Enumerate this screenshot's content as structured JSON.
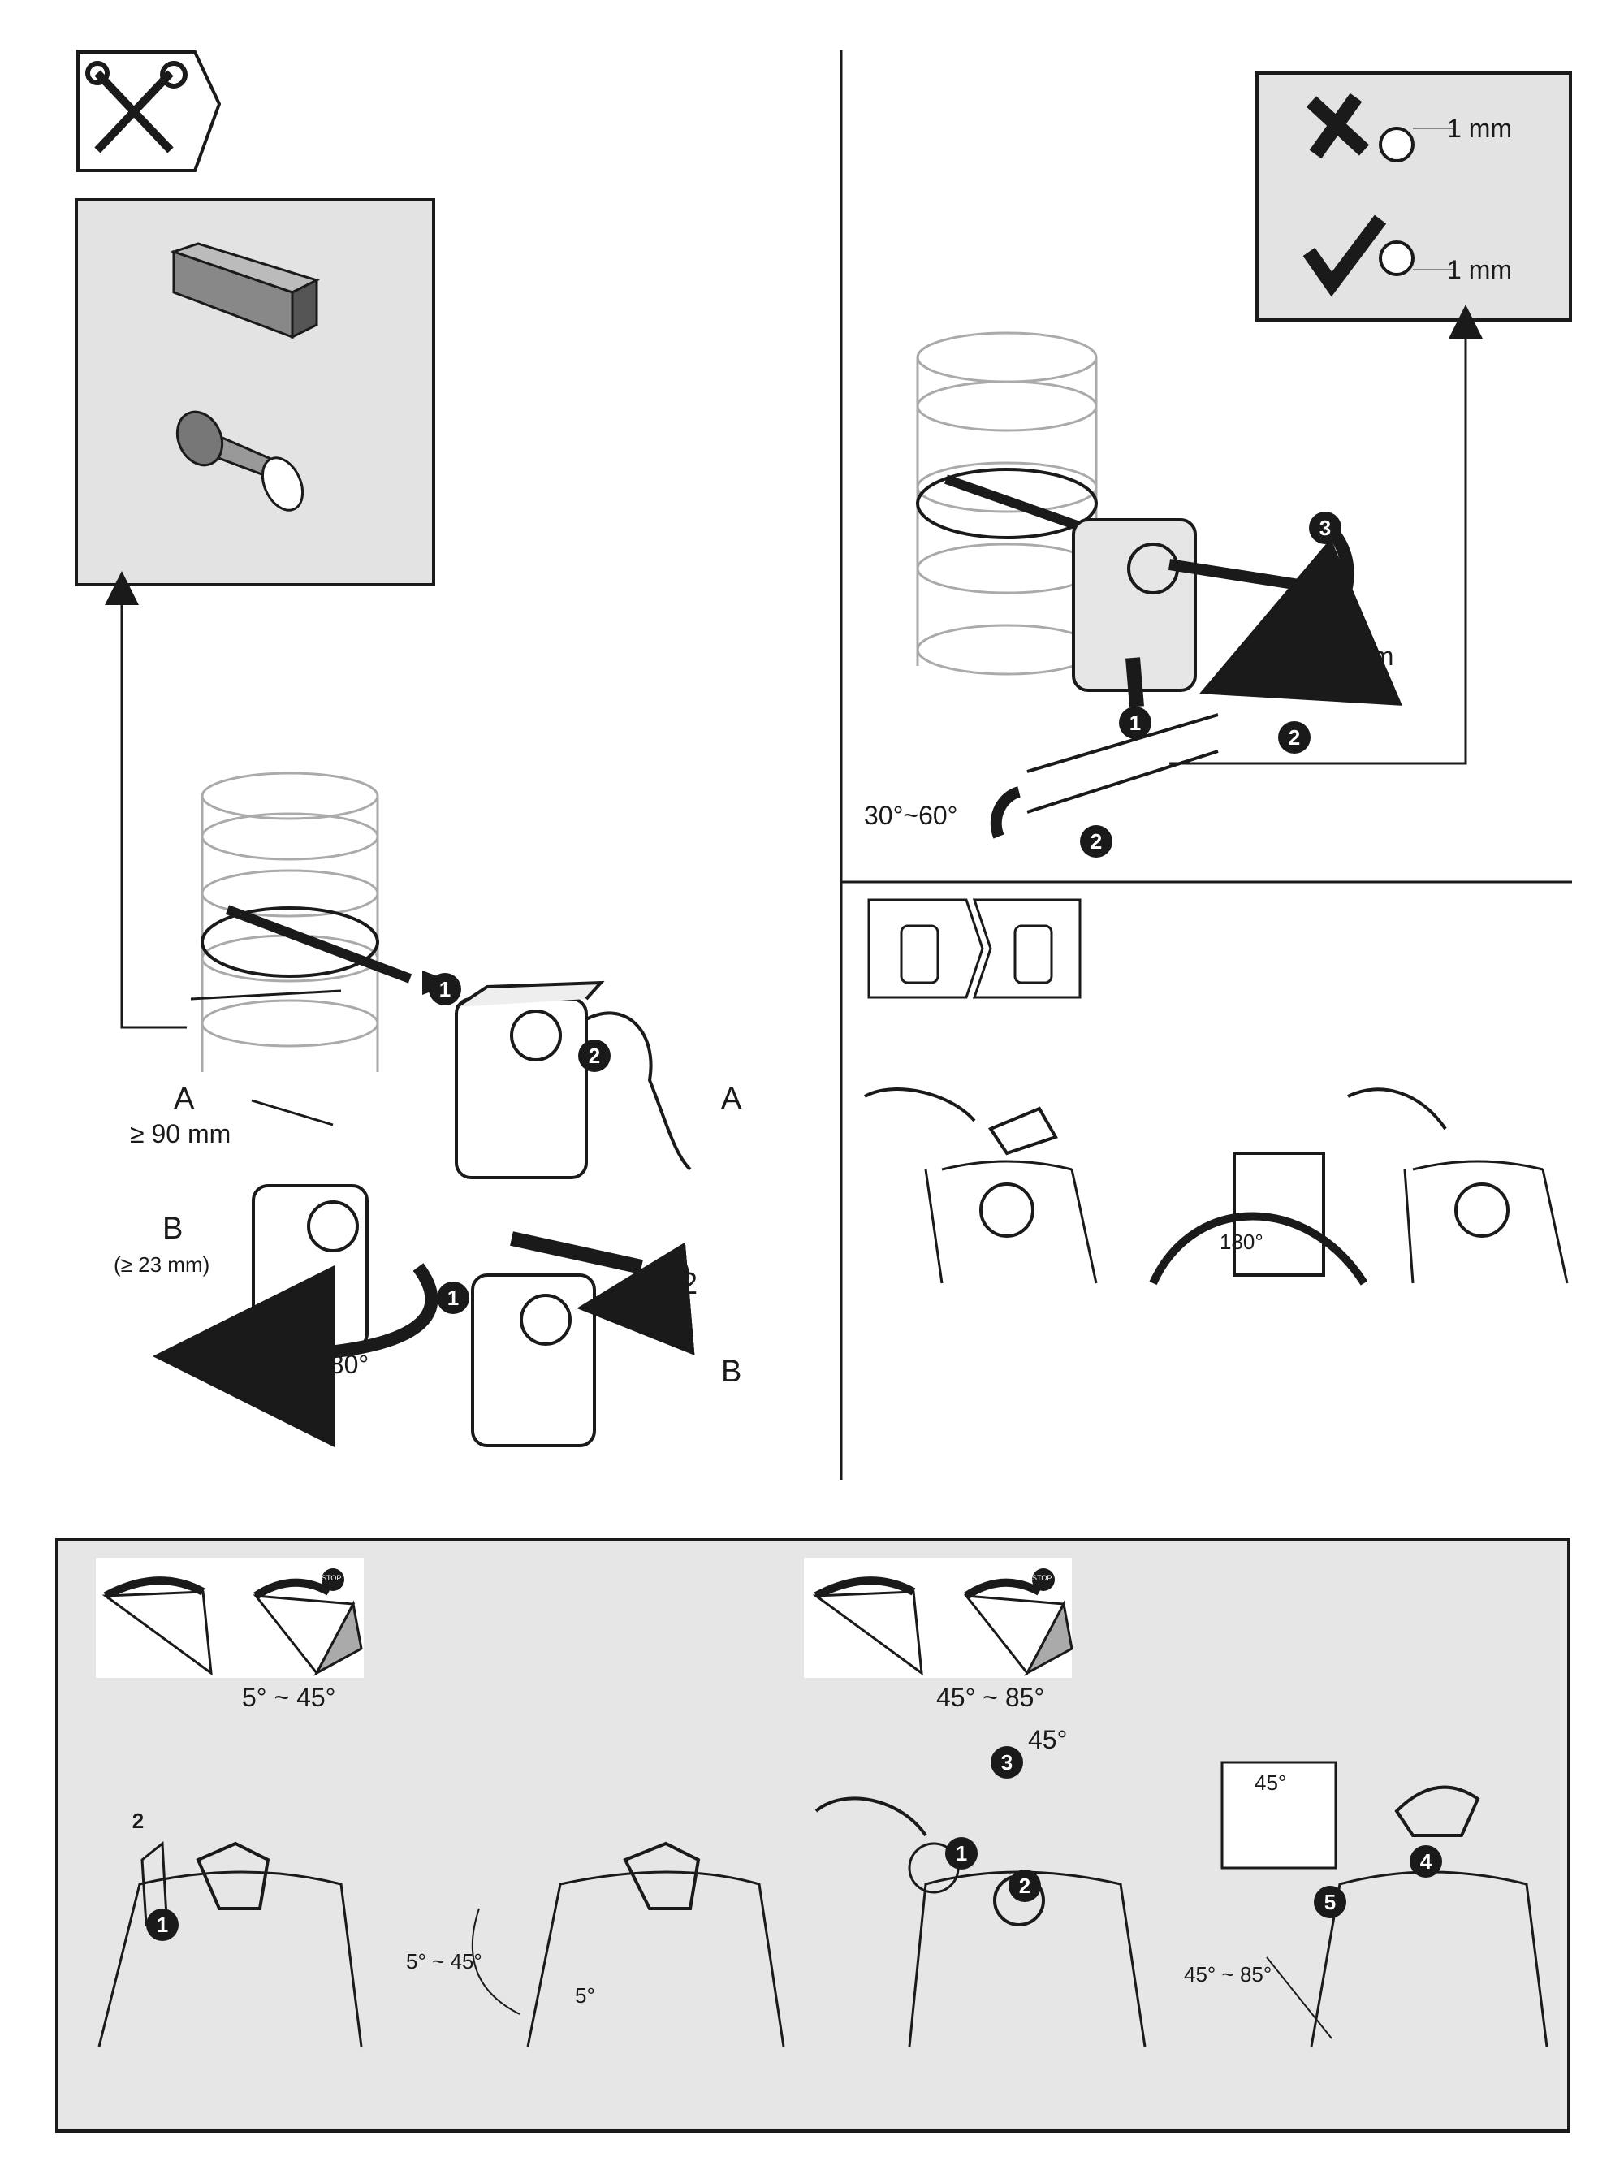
{
  "step1": {
    "label_a_left": "A",
    "label_a_right": "A",
    "min_length": "≥ 90 mm",
    "label_b_left": "B",
    "label_b_right": "B",
    "min_b": "(≥ 23 mm)",
    "rotation": "180°",
    "badge_1": "1",
    "badge_2": "2",
    "step_2": "2",
    "badge_1b": "1"
  },
  "step2": {
    "clearance_wrong": "1 mm",
    "clearance_right": "1 mm",
    "torque": "9 Nm",
    "angle_range": "30°~60°",
    "badge_1": "1",
    "badge_2a": "2",
    "badge_2b": "2",
    "badge_3": "3"
  },
  "step3": {
    "rotation": "180°"
  },
  "limits": {
    "left_range": "5° ~ 45°",
    "right_range": "45° ~ 85°",
    "diagram_left_range": "5° ~ 45°",
    "diagram_left_min": "5°",
    "diagram_right_range": "45° ~ 85°",
    "rotate_45": "45°",
    "inset_45": "45°",
    "stop_label": "STOP",
    "badges": [
      "1",
      "2",
      "3",
      "4",
      "5",
      "1",
      "2"
    ]
  }
}
